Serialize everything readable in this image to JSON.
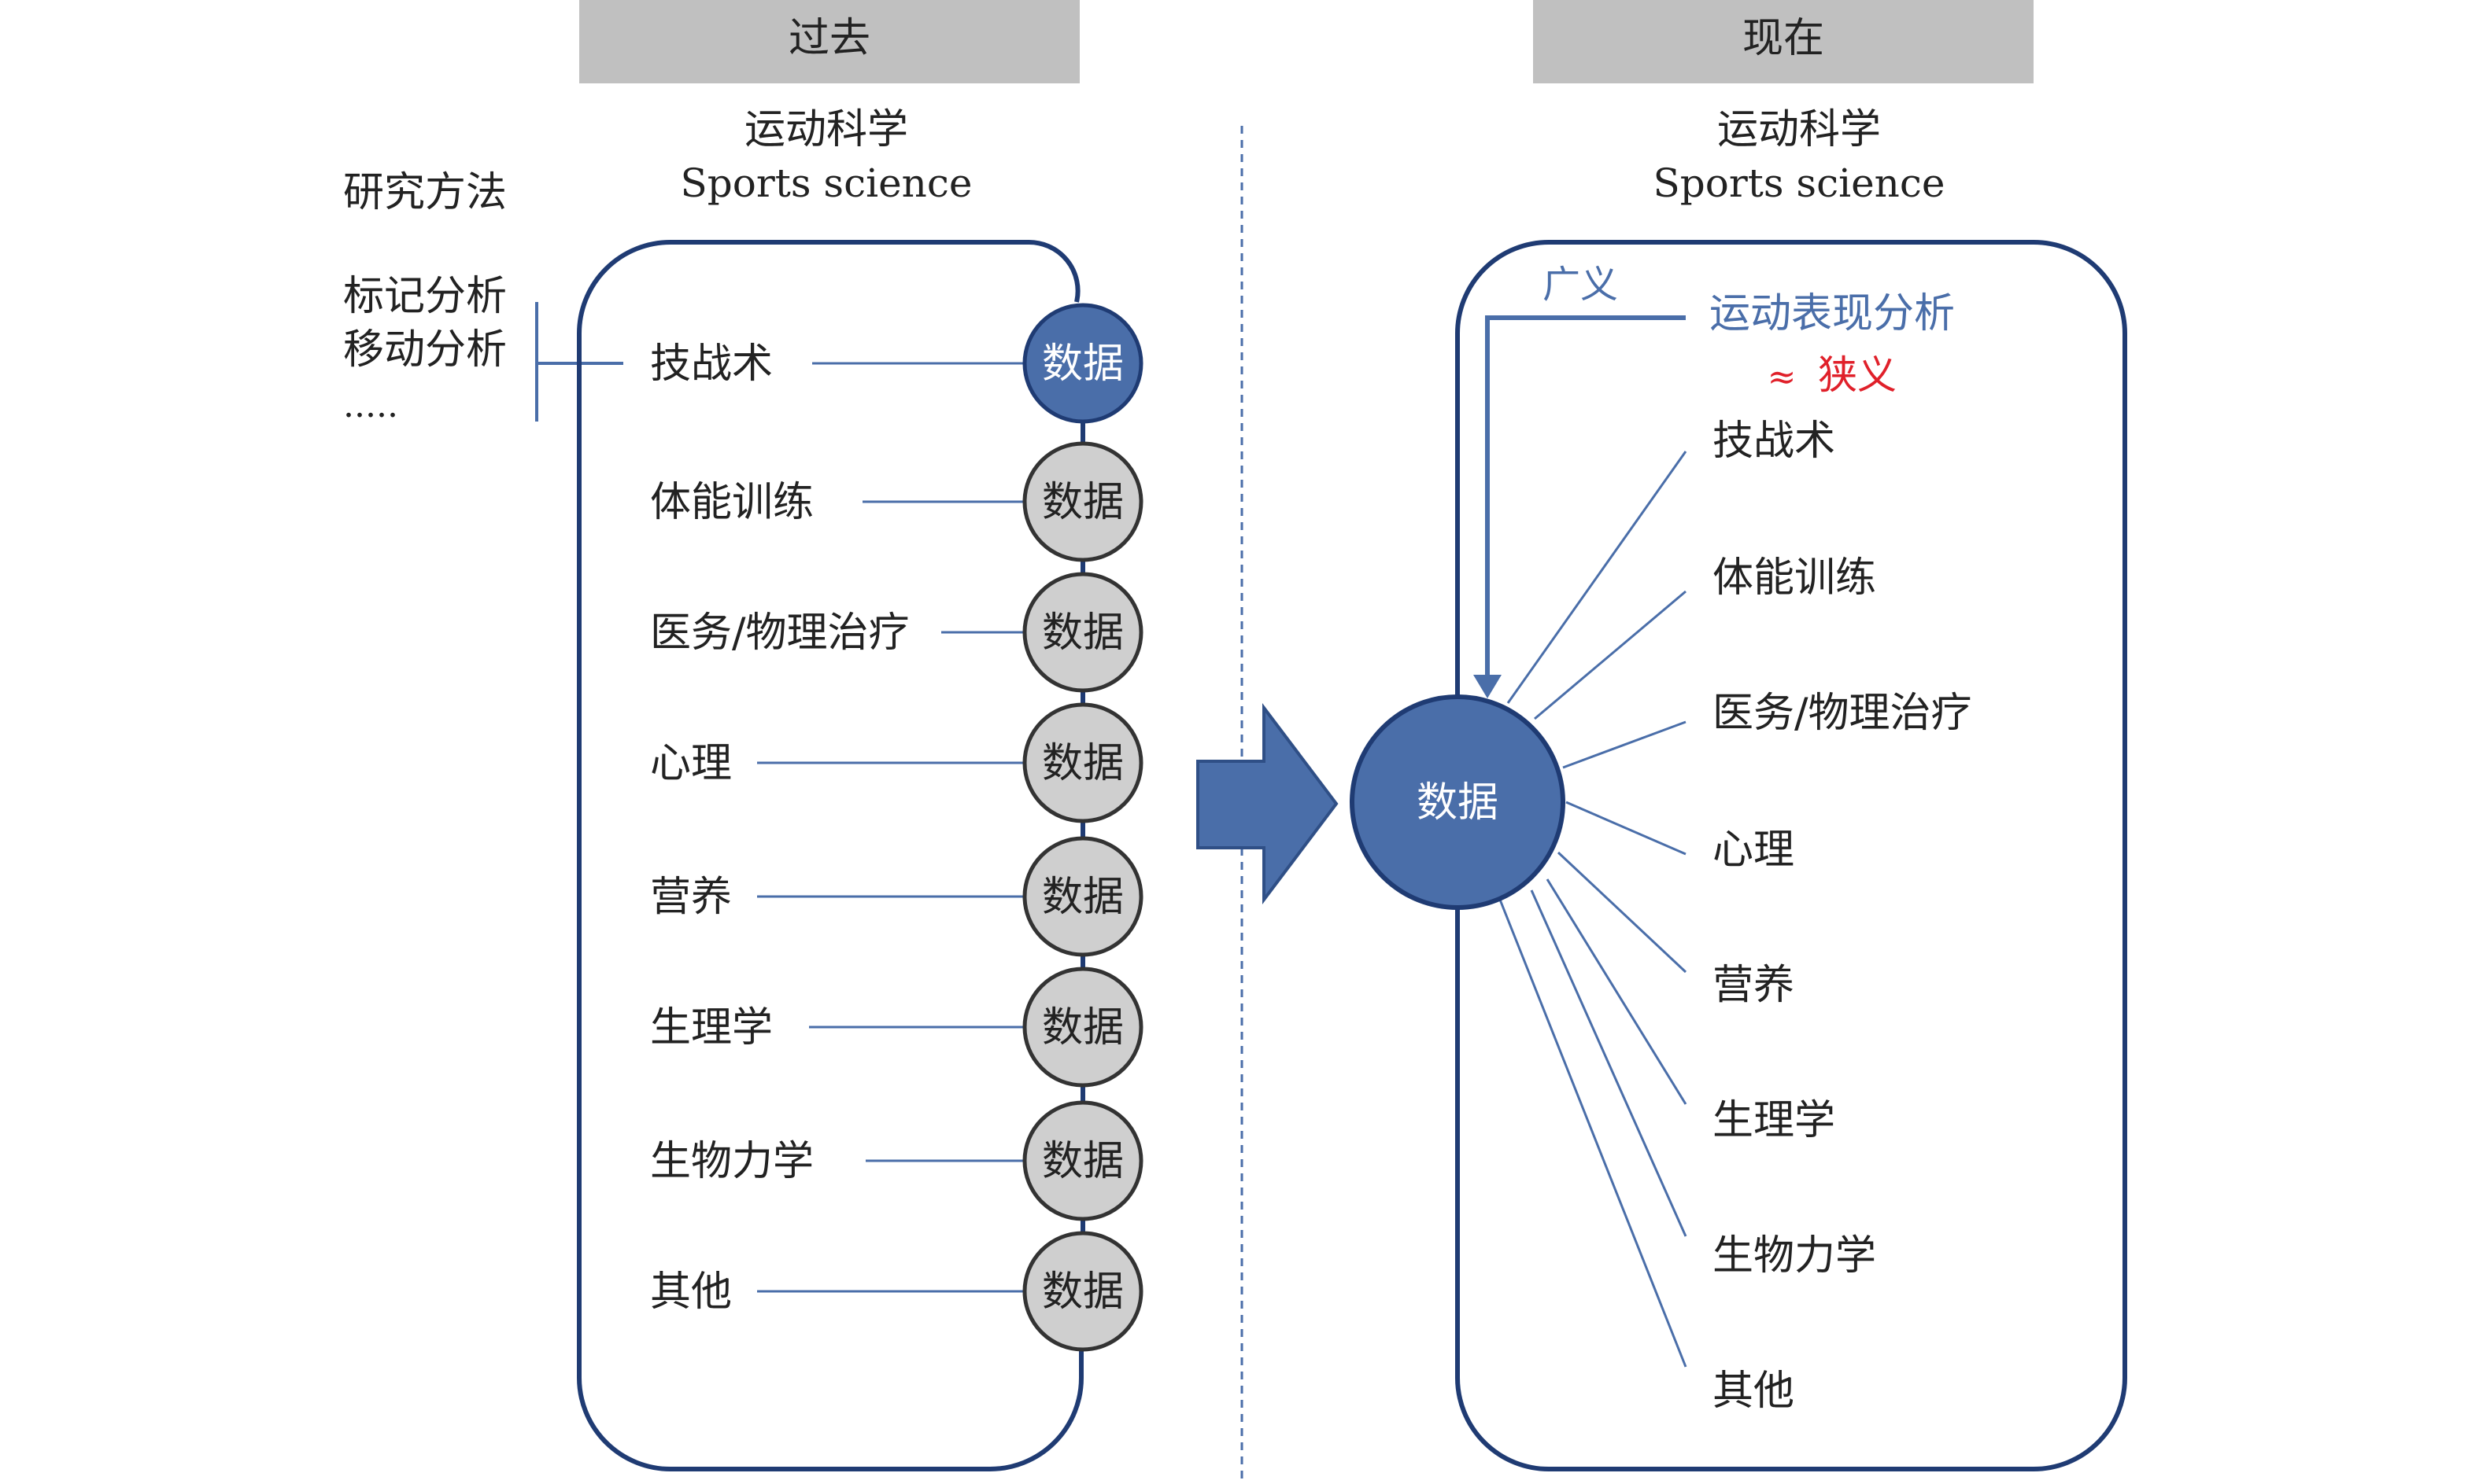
{
  "past": {
    "header": "过去",
    "title_cn": "运动科学",
    "title_en": "Sports science",
    "methods_title": "研究方法",
    "methods": [
      "标记分析",
      "移动分析",
      "....."
    ],
    "data_label": "数据",
    "disciplines": [
      "技战术",
      "体能训练",
      "医务/物理治疗",
      "心理",
      "营养",
      "生理学",
      "生物力学",
      "其他"
    ]
  },
  "present": {
    "header": "现在",
    "title_cn": "运动科学",
    "title_en": "Sports science",
    "broad_label": "广义",
    "performance_label": "运动表现分析",
    "approx_symbol": "≈",
    "narrow_label": "狭义",
    "data_label": "数据",
    "disciplines": [
      "技战术",
      "体能训练",
      "医务/物理治疗",
      "心理",
      "营养",
      "生理学",
      "生物力学",
      "其他"
    ]
  },
  "colors": {
    "header_bg": "#c0c0c0",
    "node_blue": "#4a6ea9",
    "node_grey": "#cfcfcf",
    "line_blue": "#4a6ea9",
    "text_blue": "#4a6ea9",
    "text_red": "#e0202a",
    "box_stroke": "#1f3b73"
  }
}
